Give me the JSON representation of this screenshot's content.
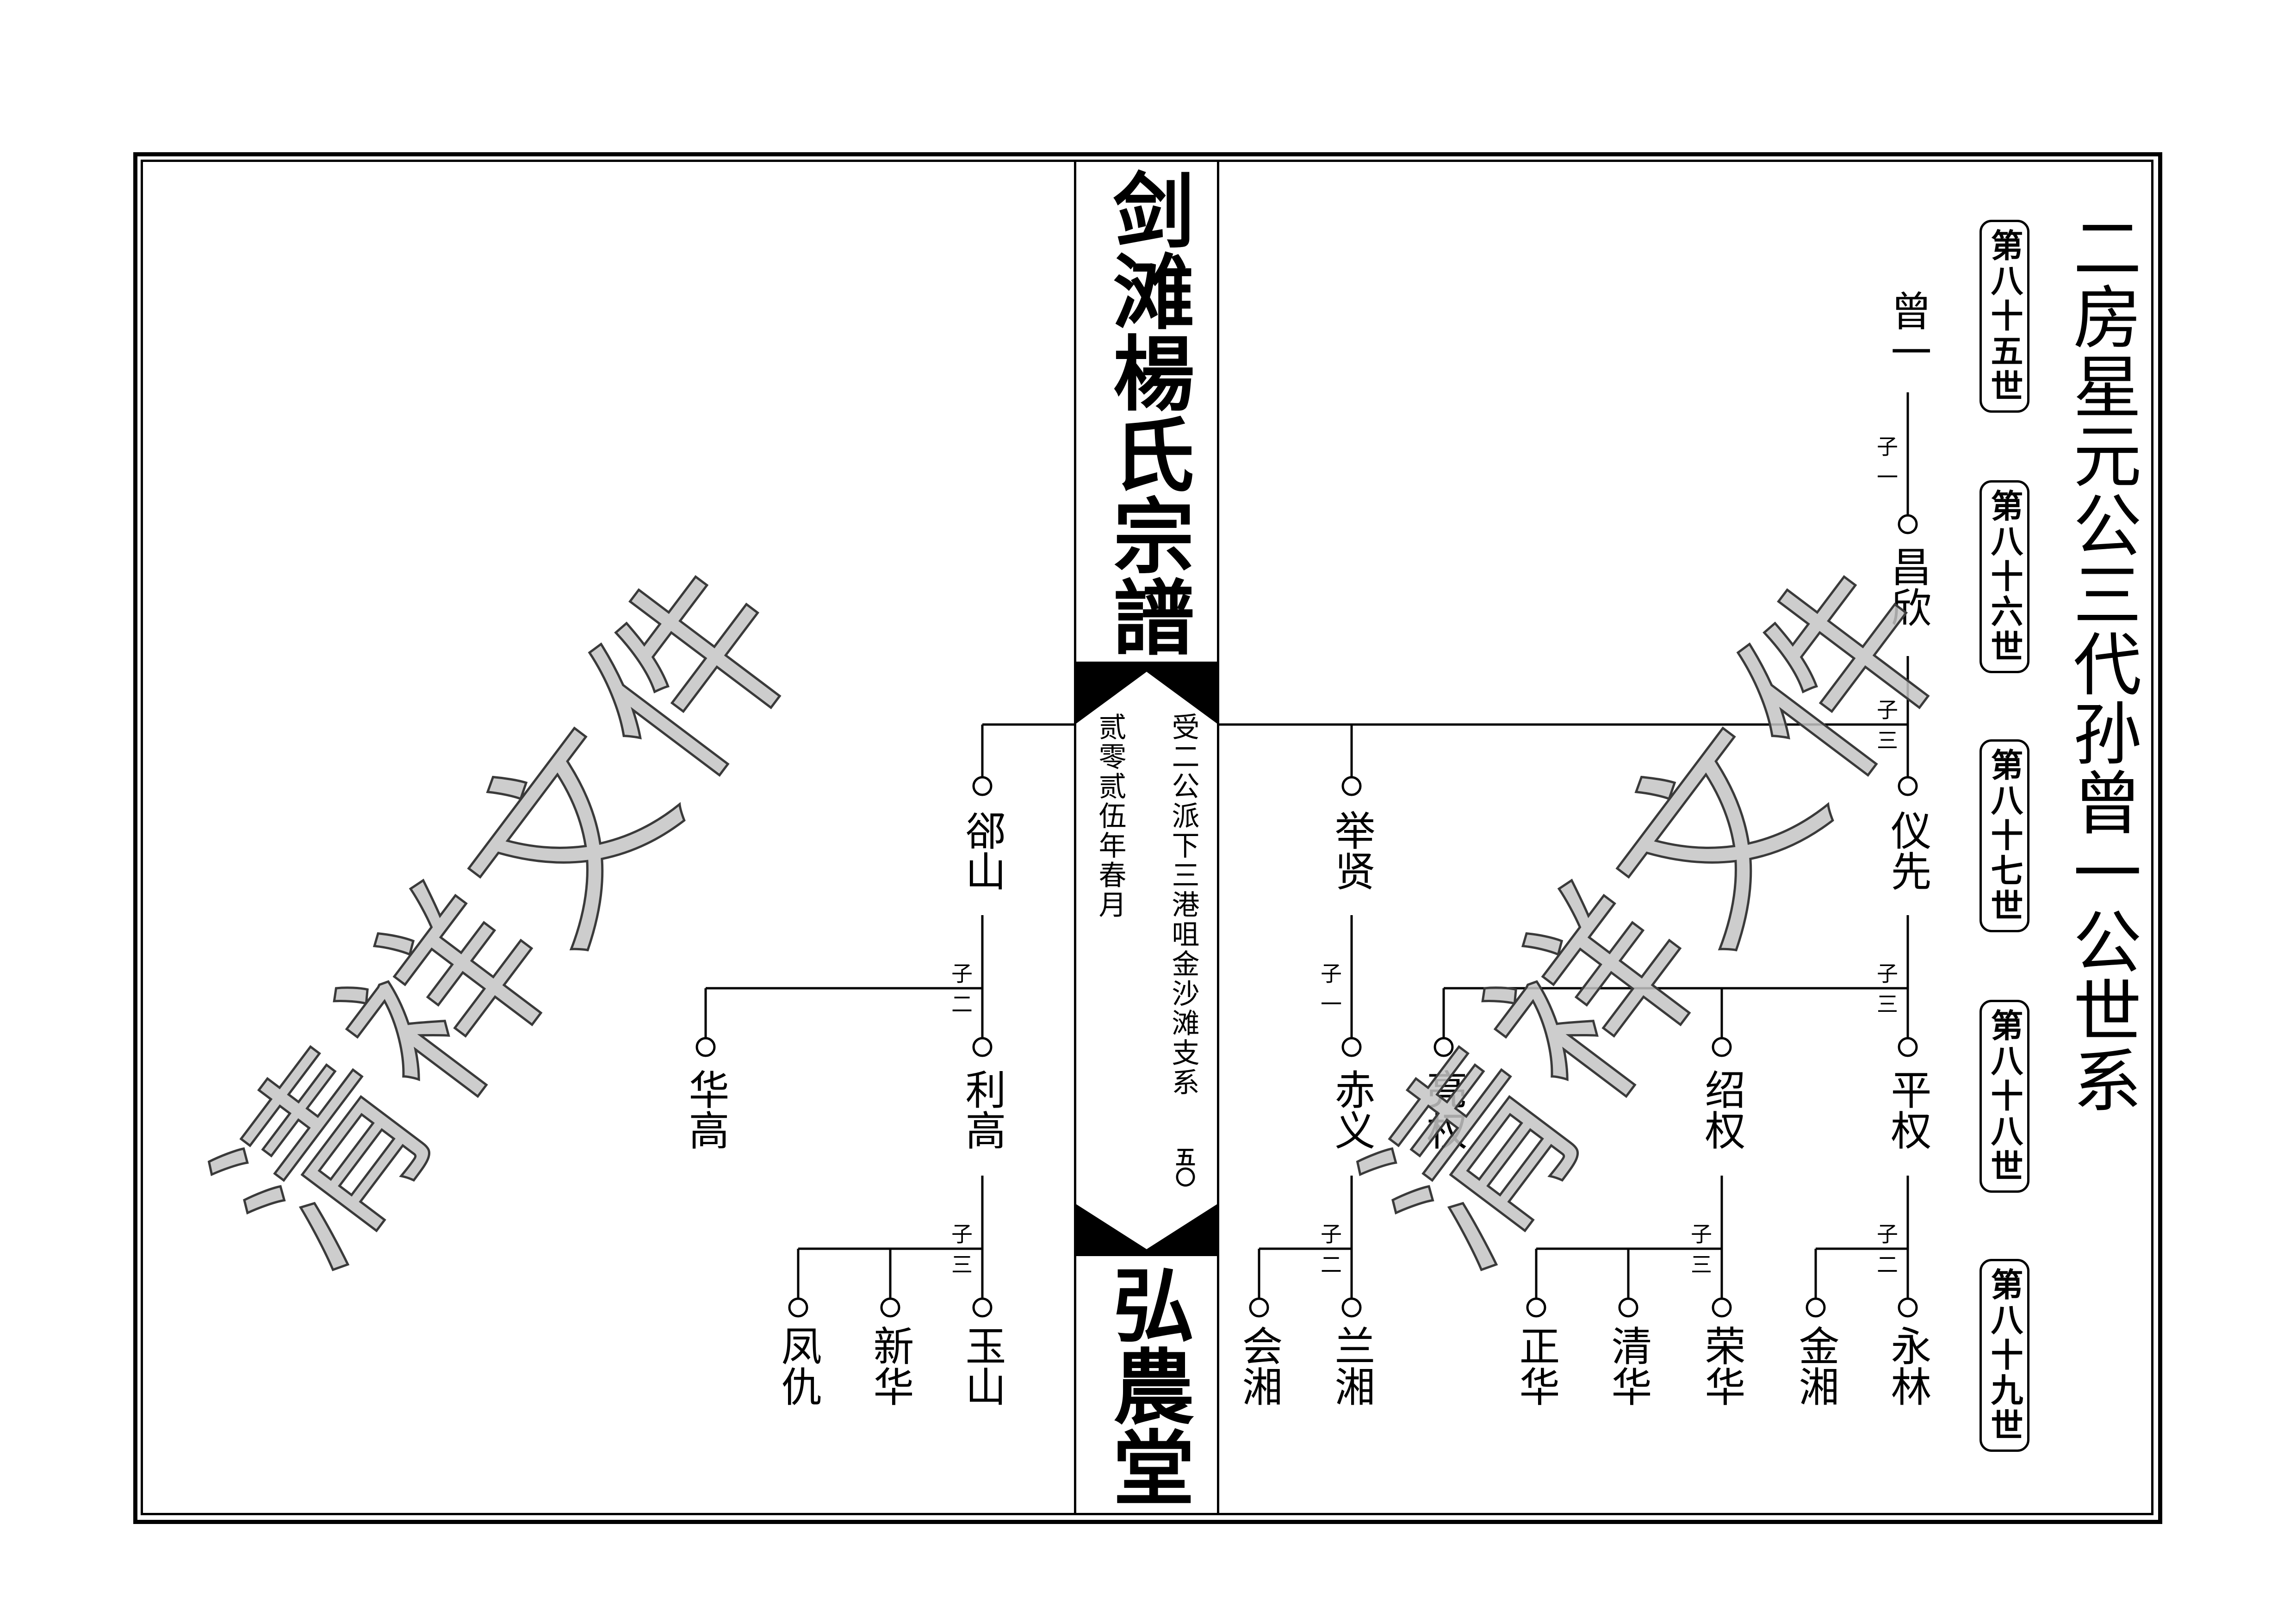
{
  "heading": "二房星元公三代孙曾一公世系",
  "generations": [
    "第八十五世",
    "第八十六世",
    "第八十七世",
    "第八十八世",
    "第八十九世"
  ],
  "spine": {
    "title": "剑滩楊氏宗譜",
    "branch": "受二公派下三港咀金沙滩支系",
    "date": "贰零贰伍年春月",
    "page_number": "五〇",
    "hall": "弘農堂"
  },
  "tree": {
    "name": "曾一",
    "children_label": "子一",
    "children": [
      {
        "name": "昌欣",
        "children_label": "子三",
        "children": [
          {
            "name": "仪先",
            "children_label": "子三",
            "children": [
              {
                "name": "平权",
                "children_label": "子二",
                "children": [
                  {
                    "name": "永林"
                  },
                  {
                    "name": "金湘"
                  }
                ]
              },
              {
                "name": "绍权",
                "children_label": "子三",
                "children": [
                  {
                    "name": "荣华"
                  },
                  {
                    "name": "清华"
                  },
                  {
                    "name": "正华"
                  }
                ]
              },
              {
                "name": "亮权"
              }
            ]
          },
          {
            "name": "举贤",
            "children_label": "子一",
            "children": [
              {
                "name": "赤义",
                "children_label": "子二",
                "children": [
                  {
                    "name": "兰湘"
                  },
                  {
                    "name": "会湘"
                  }
                ]
              }
            ]
          },
          {
            "name": "郤山",
            "children_label": "子二",
            "children": [
              {
                "name": "利高",
                "children_label": "子三",
                "children": [
                  {
                    "name": "玉山"
                  },
                  {
                    "name": "新华"
                  },
                  {
                    "name": "凤仇"
                  }
                ]
              },
              {
                "name": "华高"
              }
            ]
          }
        ]
      }
    ]
  },
  "watermark": "清祥文件",
  "colors": {
    "ink": "#000000",
    "paper": "#ffffff",
    "watermark": "#c4c4c4"
  }
}
